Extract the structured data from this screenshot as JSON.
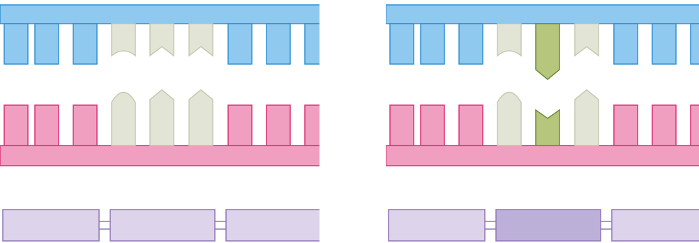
{
  "colors": {
    "blue_fill": "#8fc9ef",
    "blue_stroke": "#2f8fd0",
    "pink_fill": "#f09fc0",
    "pink_stroke": "#dc2e74",
    "neutral_fill": "#e2e5d6",
    "neutral_stroke": "#c5c9b0",
    "highlight_fill": "#b6c77d",
    "highlight_stroke": "#6f8a34",
    "segment_fill": "#ddd3ea",
    "segment_fill_active": "#bdb0d8",
    "segment_stroke": "#8e75b8"
  },
  "panels": [
    {
      "id": "left",
      "top_row": [
        "blue",
        "blue",
        "blue",
        "neutral",
        "neutral",
        "neutral",
        "blue",
        "blue",
        "blue"
      ],
      "bottom_row": [
        "pink",
        "pink",
        "pink",
        "neutral",
        "neutral",
        "neutral",
        "pink",
        "pink",
        "pink"
      ],
      "highlighted_middle_segment": false
    },
    {
      "id": "right",
      "top_row": [
        "blue",
        "blue",
        "blue",
        "neutral",
        "highlight",
        "neutral",
        "blue",
        "blue",
        "blue"
      ],
      "bottom_row": [
        "pink",
        "pink",
        "pink",
        "neutral",
        "highlight",
        "neutral",
        "pink",
        "pink",
        "pink"
      ],
      "highlighted_middle_segment": true
    }
  ]
}
